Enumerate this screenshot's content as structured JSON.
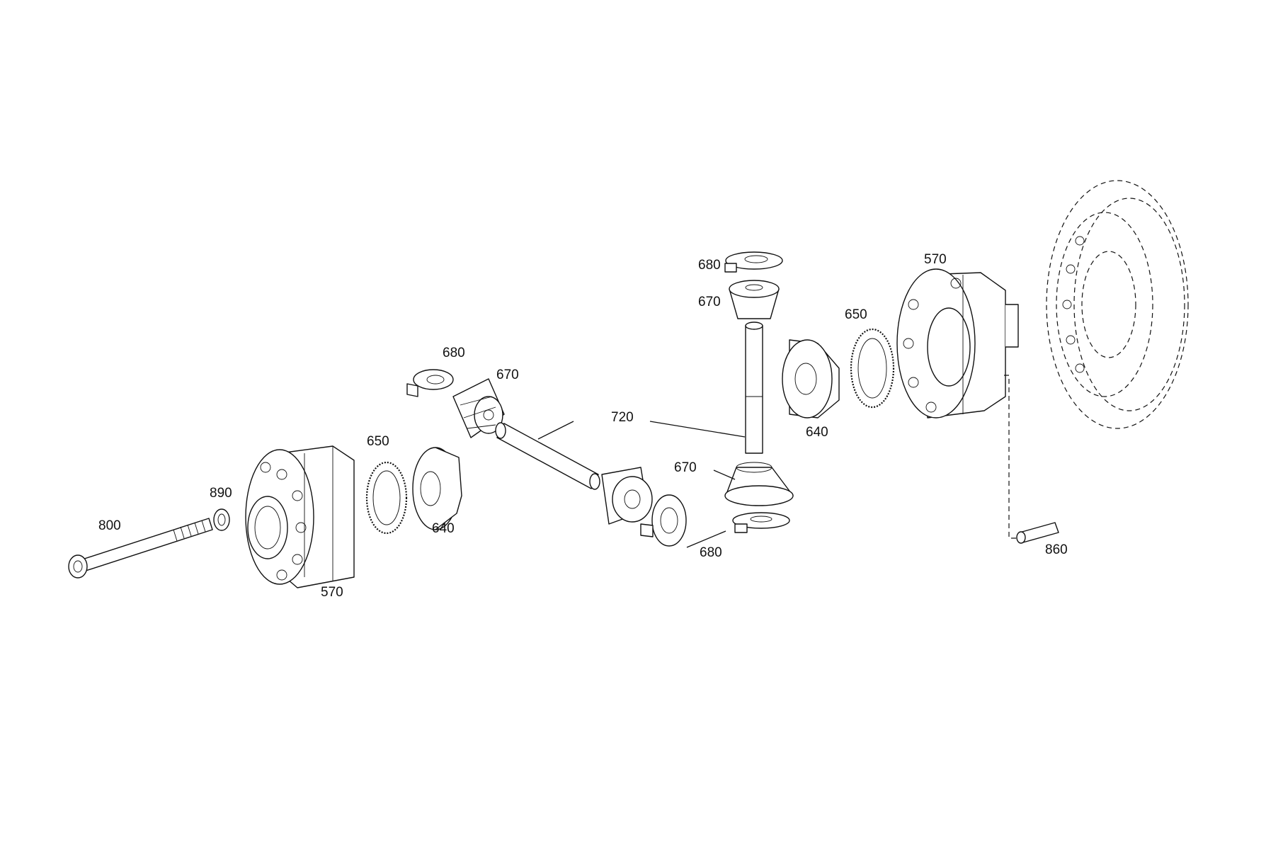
{
  "diagram": {
    "callouts": [
      {
        "id": "800",
        "text": "800"
      },
      {
        "id": "890",
        "text": "890"
      },
      {
        "id": "570a",
        "text": "570"
      },
      {
        "id": "650a",
        "text": "650"
      },
      {
        "id": "640a",
        "text": "640"
      },
      {
        "id": "680a",
        "text": "680"
      },
      {
        "id": "670a",
        "text": "670"
      },
      {
        "id": "720",
        "text": "720"
      },
      {
        "id": "670b",
        "text": "670"
      },
      {
        "id": "680b",
        "text": "680"
      },
      {
        "id": "680c",
        "text": "680"
      },
      {
        "id": "670c",
        "text": "670"
      },
      {
        "id": "670d",
        "text": "670"
      },
      {
        "id": "640b",
        "text": "640"
      },
      {
        "id": "650b",
        "text": "650"
      },
      {
        "id": "570b",
        "text": "570"
      },
      {
        "id": "860",
        "text": "860"
      }
    ]
  }
}
